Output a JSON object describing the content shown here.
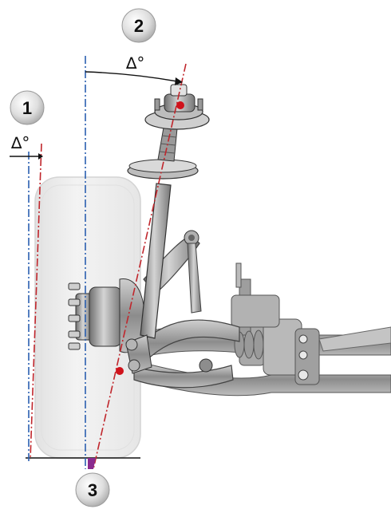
{
  "callouts": [
    {
      "number": "1"
    },
    {
      "number": "2"
    },
    {
      "number": "3"
    }
  ],
  "angle_labels": [
    {
      "text": "∆°"
    },
    {
      "text": "∆°"
    }
  ],
  "colors": {
    "badge_fill": "#dcdcdc",
    "badge_edge": "#9a9a9a",
    "vertical_axis_line": "#2a5fb0",
    "inclined_axis_line": "#c0262c",
    "pivot_point": "#d0121b",
    "scrub_marker": "#8a2b8f",
    "tire": "#eeeeee",
    "metal": "#9c9c9c"
  },
  "icons": [
    "angle-icon",
    "pivot-point-icon",
    "callout-badge-icon"
  ]
}
